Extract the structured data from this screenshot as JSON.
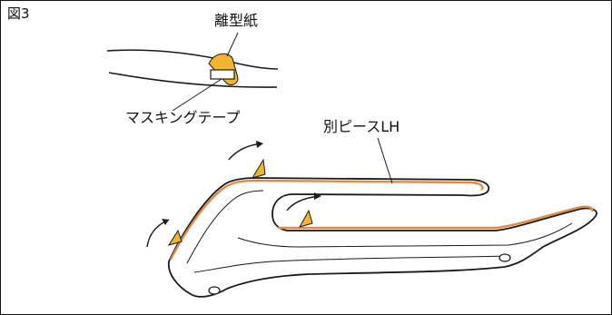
{
  "figure": {
    "number": "図3",
    "labels": {
      "release_paper": "離型紙",
      "masking_tape": "マスキングテープ",
      "part": "別ピースLH"
    },
    "colors": {
      "tape_yellow": "#f2b431",
      "adhesive_orange": "#e08a4a",
      "line": "#1a1a1a"
    }
  }
}
